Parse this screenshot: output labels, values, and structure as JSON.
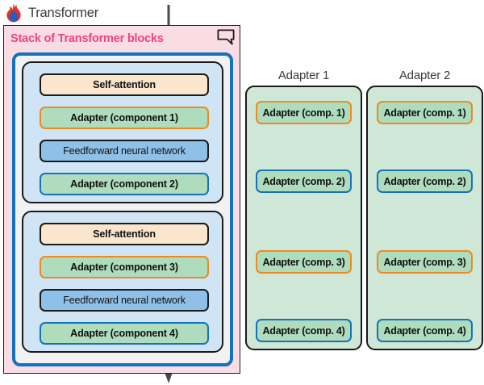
{
  "header": {
    "icon": "flame-icon",
    "title": "Transformer"
  },
  "flow": {
    "arrow_icon": "down-arrow"
  },
  "stack_panel": {
    "title": "Stack of Transformer blocks",
    "callout_icon": "speech-bubble-icon",
    "accent_pink": "#ef447f",
    "background": "#fadde4",
    "frame_border": "#1373bd",
    "blocks": [
      {
        "layers": [
          {
            "label": "Self-attention",
            "style": "self-attention"
          },
          {
            "label": "Adapter (component 1)",
            "style": "adapter-orange"
          },
          {
            "label": "Feedforward neural network",
            "style": "ffn"
          },
          {
            "label": "Adapter (component 2)",
            "style": "adapter-blue"
          }
        ]
      },
      {
        "layers": [
          {
            "label": "Self-attention",
            "style": "self-attention"
          },
          {
            "label": "Adapter (component 3)",
            "style": "adapter-orange"
          },
          {
            "label": "Feedforward neural network",
            "style": "ffn"
          },
          {
            "label": "Adapter (component 4)",
            "style": "adapter-blue"
          }
        ]
      }
    ]
  },
  "adapter_panels": [
    {
      "title": "Adapter 1",
      "chips": [
        {
          "label": "Adapter (comp. 1)",
          "border": "orange"
        },
        {
          "label": "Adapter (comp. 2)",
          "border": "blue"
        },
        {
          "label": "Adapter (comp. 3)",
          "border": "orange"
        },
        {
          "label": "Adapter (comp. 4)",
          "border": "blue"
        }
      ]
    },
    {
      "title": "Adapter 2",
      "chips": [
        {
          "label": "Adapter (comp. 1)",
          "border": "orange"
        },
        {
          "label": "Adapter (comp. 2)",
          "border": "blue"
        },
        {
          "label": "Adapter (comp. 3)",
          "border": "orange"
        },
        {
          "label": "Adapter (comp. 4)",
          "border": "blue"
        }
      ]
    }
  ],
  "colors": {
    "self_attention_fill": "#fbe6cd",
    "ffn_fill": "#8fc0e8",
    "adapter_fill": "#aedcbd",
    "block_fill": "#cfe4f5",
    "panel_fill": "#cfe7d6",
    "orange_border": "#ef8a22",
    "blue_border": "#1373bd",
    "dark_border": "#1a1a1a"
  }
}
